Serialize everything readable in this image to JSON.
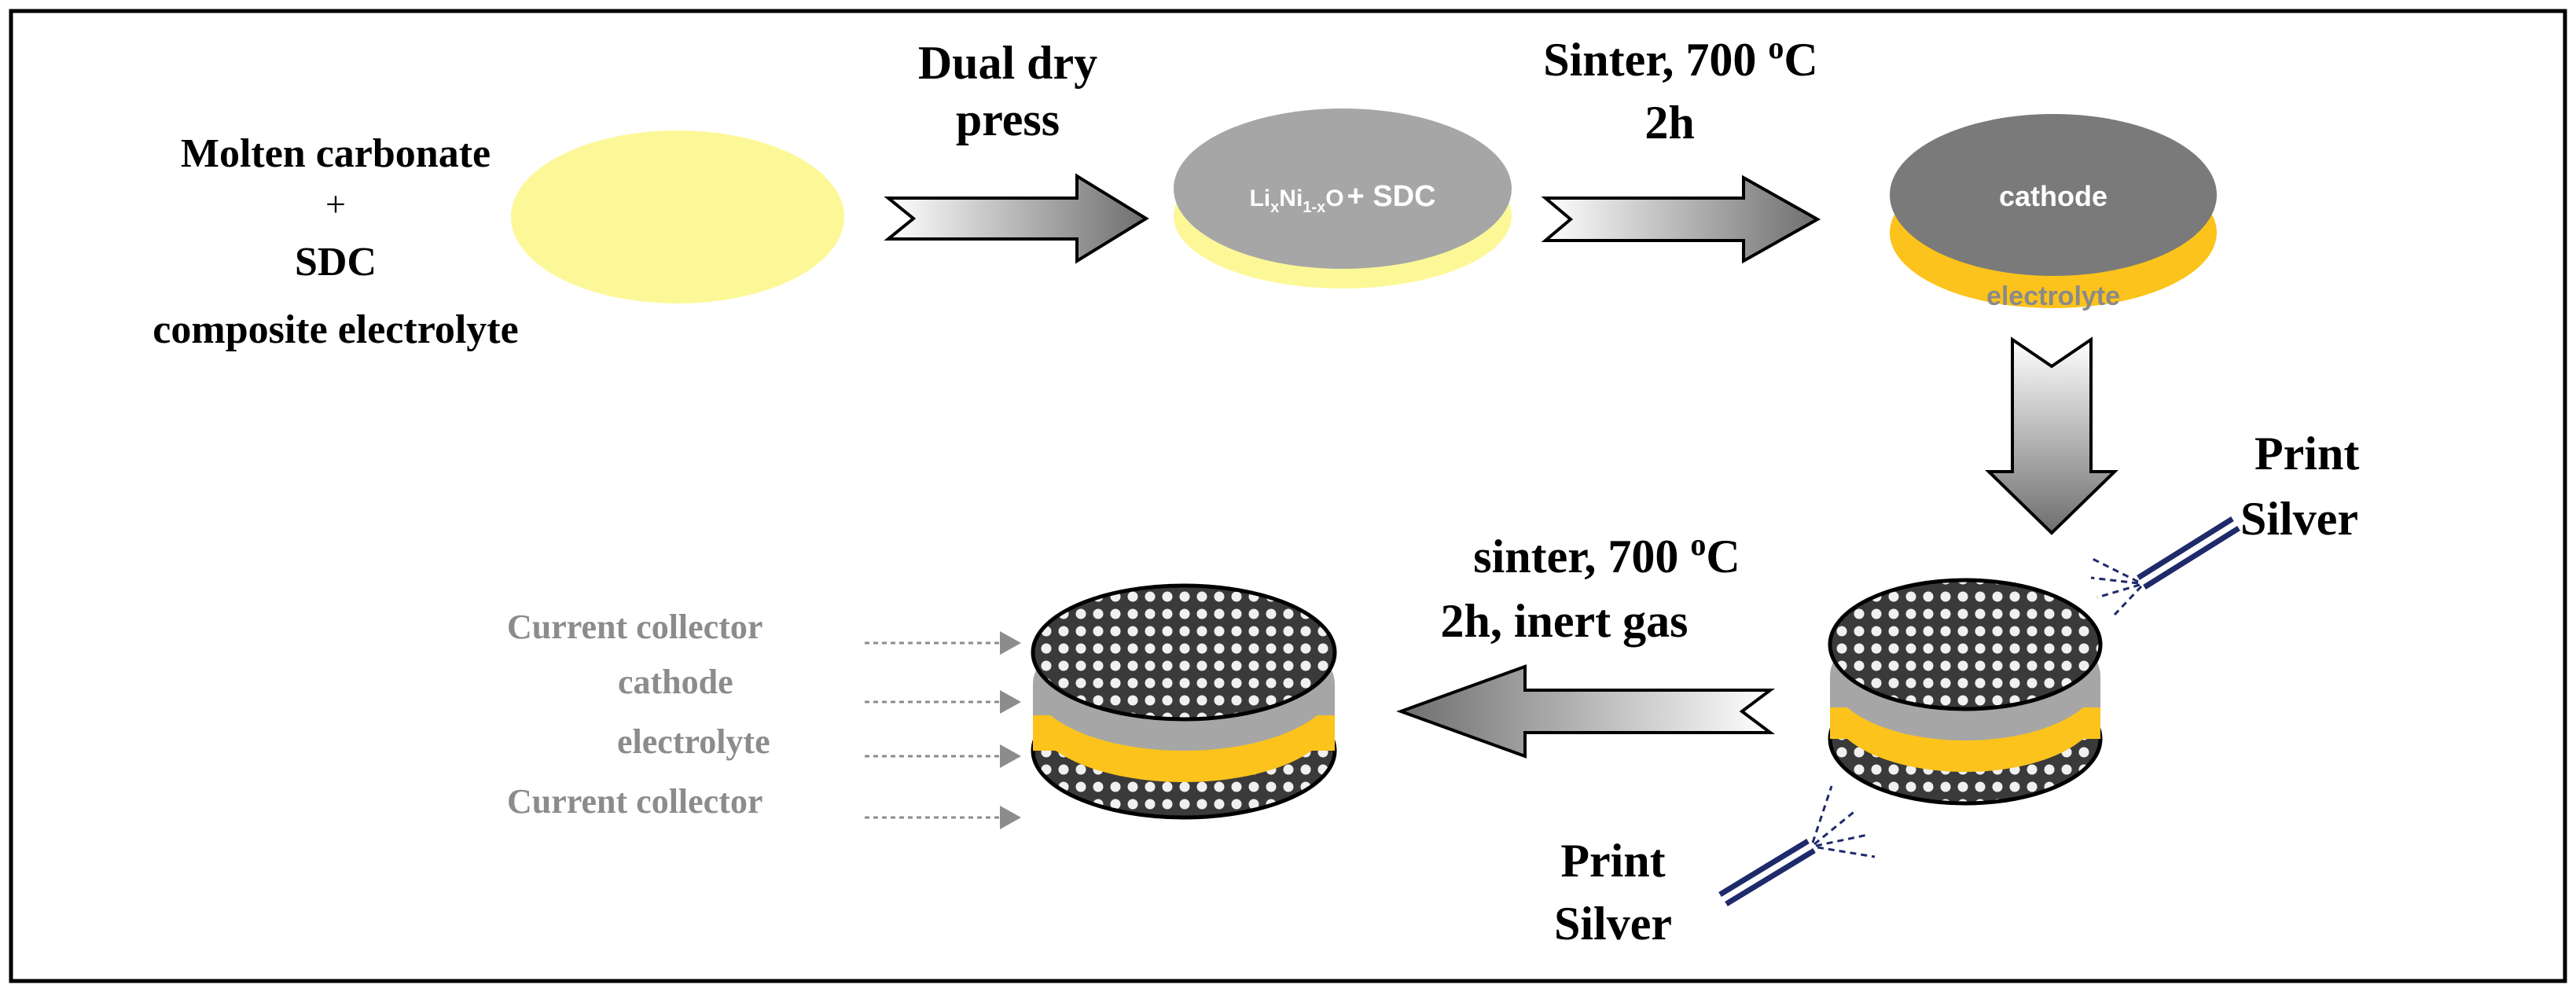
{
  "step1": {
    "line1": "Molten carbonate",
    "line2": "+",
    "line3": "SDC",
    "line4": "composite electrolyte"
  },
  "step2": {
    "arrow_line1": "Dual dry",
    "arrow_line2": "press",
    "disc_formula_li": "Li",
    "disc_formula_x1": "x",
    "disc_formula_ni": "Ni",
    "disc_formula_sub": "1-x",
    "disc_formula_o": "O",
    "disc_formula_rest": "+ SDC"
  },
  "step3": {
    "arrow_line1": "Sinter, 700 ",
    "arrow_sup": "o",
    "arrow_unit": "C",
    "arrow_line2": "2h",
    "top_label": "cathode",
    "bottom_label": "electrolyte"
  },
  "step4": {
    "print_top_line1": "Print",
    "print_top_line2": "Silver",
    "print_bottom_line1": "Print",
    "print_bottom_line2": "Silver"
  },
  "step5": {
    "arrow_line1": "sinter, 700 ",
    "arrow_sup": "o",
    "arrow_unit": "C",
    "arrow_line2": "2h, inert gas",
    "layers": [
      "Current  collector",
      "cathode",
      "electrolyte",
      "Current  collector"
    ]
  },
  "colors": {
    "electrolyte_pale": "#fcf898",
    "electrolyte_gold": "#fbc31b",
    "cathode_light": "#a6a6a6",
    "cathode_dark": "#7a7a7a",
    "silver_mesh": "#3b3b3b",
    "wire": "#1f2a6b"
  }
}
